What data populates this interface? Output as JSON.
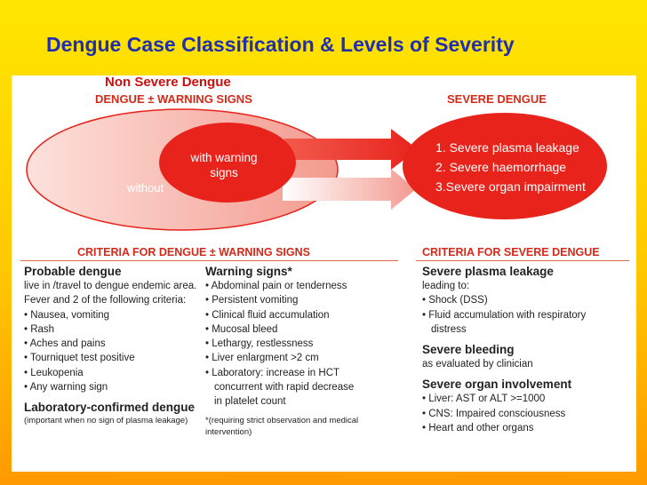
{
  "slide": {
    "title": "Dengue Case Classification & Levels of Severity",
    "non_severe_label": "Non Severe Dengue"
  },
  "diagram": {
    "left_header": "DENGUE ± WARNING SIGNS",
    "right_header": "SEVERE DENGUE",
    "outer_label": "without",
    "inner_label_1": "with warning",
    "inner_label_2": "signs",
    "severe_items": [
      "1. Severe plasma leakage",
      "2. Severe haemorrhage",
      "3.Severe organ impairment"
    ],
    "colors": {
      "primary_red": "#e8231c",
      "light_red": "#f6b7b0",
      "accent_text": "#d42a1a",
      "title_blue": "#1f2fb0"
    }
  },
  "criteria_left": {
    "header": "CRITERIA FOR DENGUE ± WARNING SIGNS",
    "probable": {
      "title": "Probable dengue",
      "lines": [
        "live in /travel to dengue endemic area.",
        "Fever and 2 of the following criteria:"
      ],
      "bullets": [
        "• Nausea, vomiting",
        "• Rash",
        "• Aches and pains",
        "• Tourniquet test positive",
        "• Leukopenia",
        "• Any warning sign"
      ]
    },
    "lab_confirmed": {
      "title": "Laboratory-confirmed dengue",
      "note": "(important when no sign of plasma leakage)"
    },
    "warning": {
      "title": "Warning signs*",
      "bullets": [
        "• Abdominal pain or tenderness",
        "• Persistent vomiting",
        "• Clinical fluid accumulation",
        "• Mucosal bleed",
        "• Lethargy, restlessness",
        "• Liver enlargment >2 cm",
        "• Laboratory: increase in HCT concurrent with rapid decrease in platelet count"
      ],
      "footnote": "*(requiring strict observation and medical intervention)"
    }
  },
  "criteria_right": {
    "header": "CRITERIA FOR SEVERE DENGUE",
    "plasma": {
      "title": "Severe plasma leakage",
      "sub": "leading to:",
      "bullets": [
        "• Shock (DSS)",
        "• Fluid accumulation with respiratory distress"
      ]
    },
    "bleeding": {
      "title": "Severe bleeding",
      "sub": "as evaluated by clinician"
    },
    "organ": {
      "title": "Severe organ involvement",
      "bullets": [
        "• Liver: AST or ALT >=1000",
        "• CNS: Impaired consciousness",
        "• Heart and other organs"
      ]
    }
  }
}
